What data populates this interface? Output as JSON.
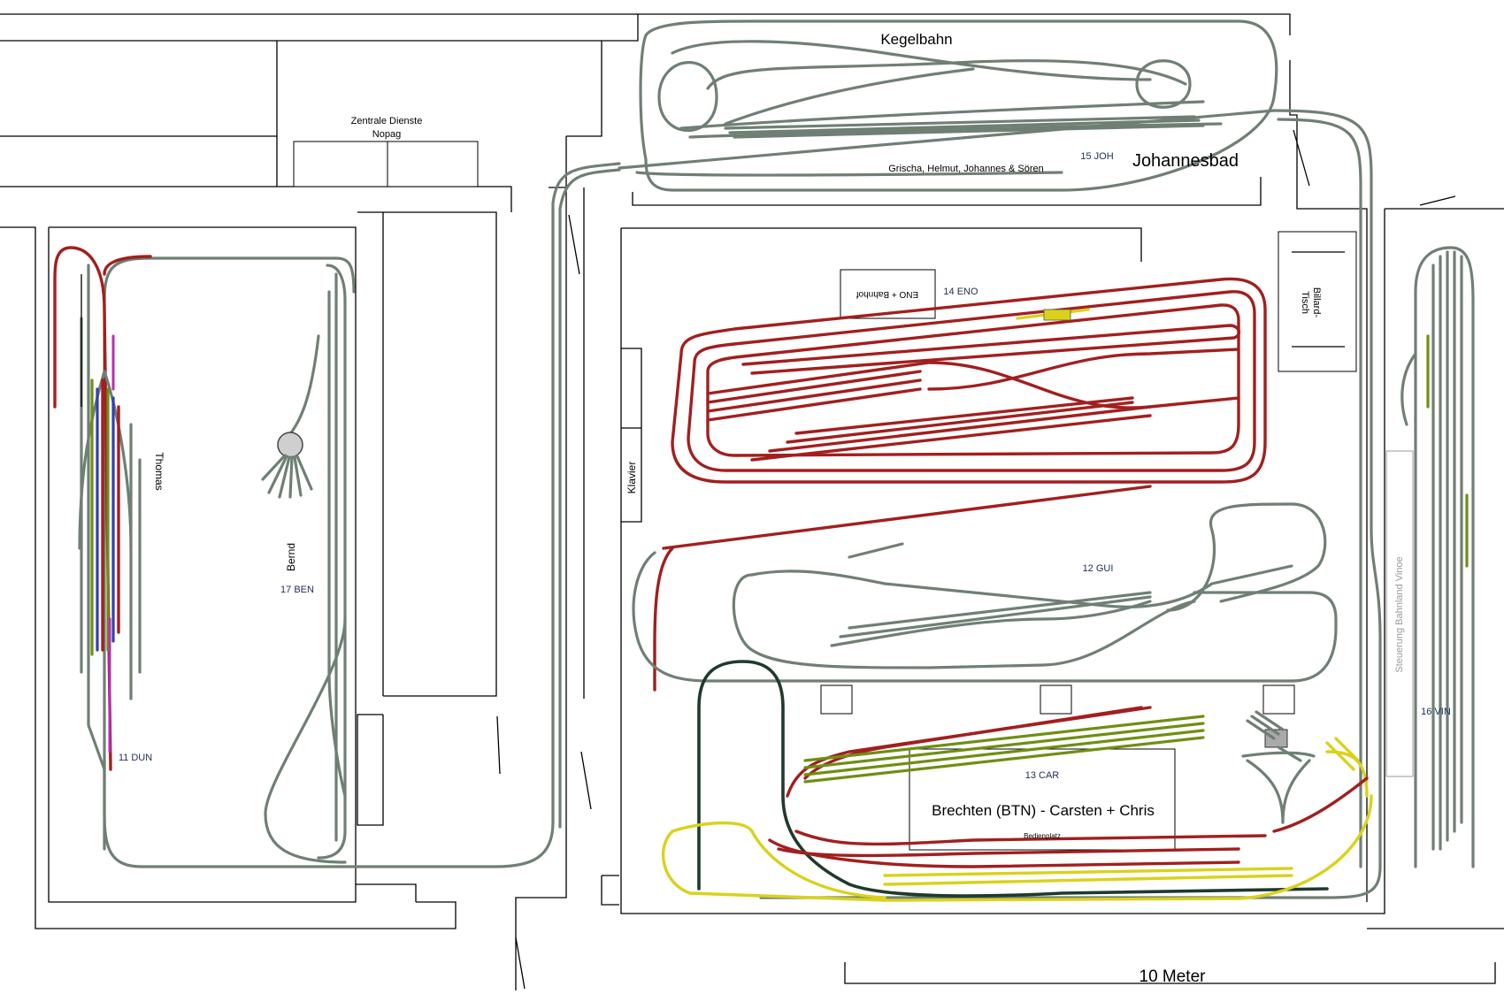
{
  "labels": {
    "kegelbahn": "Kegelbahn",
    "johannesbad": "Johannesbad",
    "joh_code": "15 JOH",
    "joh_team": "Grischa, Helmut, Johannes & Sören",
    "zentrale_line1": "Zentrale Dienste",
    "zentrale_line2": "Nopag",
    "thomas": "Thomas",
    "bernd": "Bernd",
    "ben_code": "17 BEN",
    "dun_code": "11 DUN",
    "eno_code": "14 ENO",
    "eno_sign": "ENO + Bahnhof",
    "billard": "Billard-\nTisch",
    "klavier": "Klavier",
    "gui_code": "12 GUI",
    "car_code": "13 CAR",
    "brechten": "Brechten (BTN) - Carsten + Chris",
    "bedienplatz": "Bedienplatz",
    "steuerung": "Steuerung Bahnland Vinoe",
    "vin_code": "16 VIN",
    "scale": "10 Meter"
  },
  "colors": {
    "track_grey": "#6f7f74",
    "track_red": "#a21f1f",
    "track_yellow": "#d9d21b",
    "track_green": "#6e8f12",
    "track_blue": "#2d3fb6",
    "track_magenta": "#b52fb1",
    "track_dark": "#1f3a2c"
  }
}
